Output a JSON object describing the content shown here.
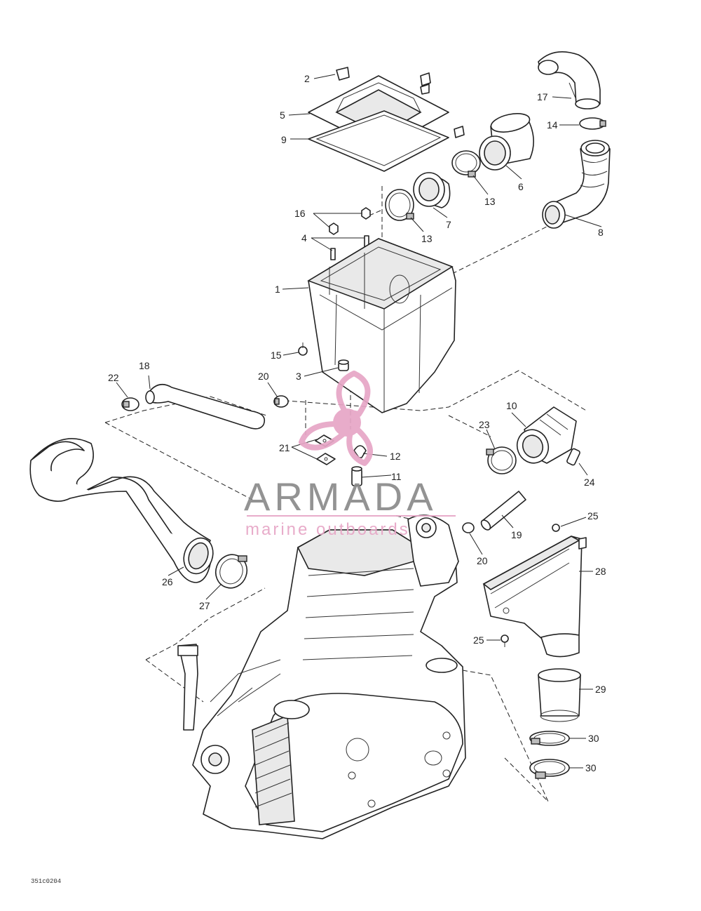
{
  "diagram": {
    "drawing_code": "351c0204",
    "callouts": {
      "c1": "1",
      "c2": "2",
      "c3": "3",
      "c4": "4",
      "c5": "5",
      "c6": "6",
      "c7": "7",
      "c8": "8",
      "c9": "9",
      "c10": "10",
      "c11": "11",
      "c12": "12",
      "c13a": "13",
      "c13b": "13",
      "c14": "14",
      "c15": "15",
      "c16": "16",
      "c17": "17",
      "c18": "18",
      "c19": "19",
      "c20a": "20",
      "c20b": "20",
      "c21": "21",
      "c22": "22",
      "c23": "23",
      "c24": "24",
      "c25a": "25",
      "c25b": "25",
      "c26": "26",
      "c27": "27",
      "c28": "28",
      "c29": "29",
      "c30a": "30",
      "c30b": "30"
    }
  },
  "watermark": {
    "brand": "ARMADA",
    "tagline": "marine outboards",
    "icon": "propeller-icon",
    "color_pink": "#e7a6c6",
    "color_gray": "#8a8a8a"
  }
}
